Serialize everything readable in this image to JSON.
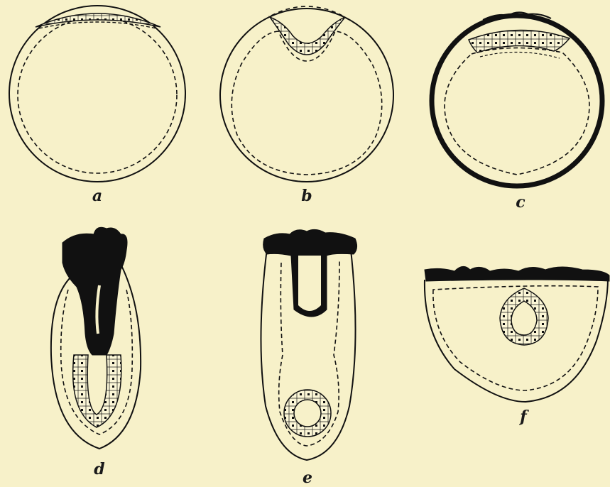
{
  "figures": [
    {
      "id": "a",
      "label": "a"
    },
    {
      "id": "b",
      "label": "b"
    },
    {
      "id": "c",
      "label": "c"
    },
    {
      "id": "d",
      "label": "d"
    },
    {
      "id": "e",
      "label": "e"
    },
    {
      "id": "f",
      "label": "f"
    }
  ],
  "colors": {
    "paper": "#f7f1c9",
    "ink": "#111111"
  }
}
